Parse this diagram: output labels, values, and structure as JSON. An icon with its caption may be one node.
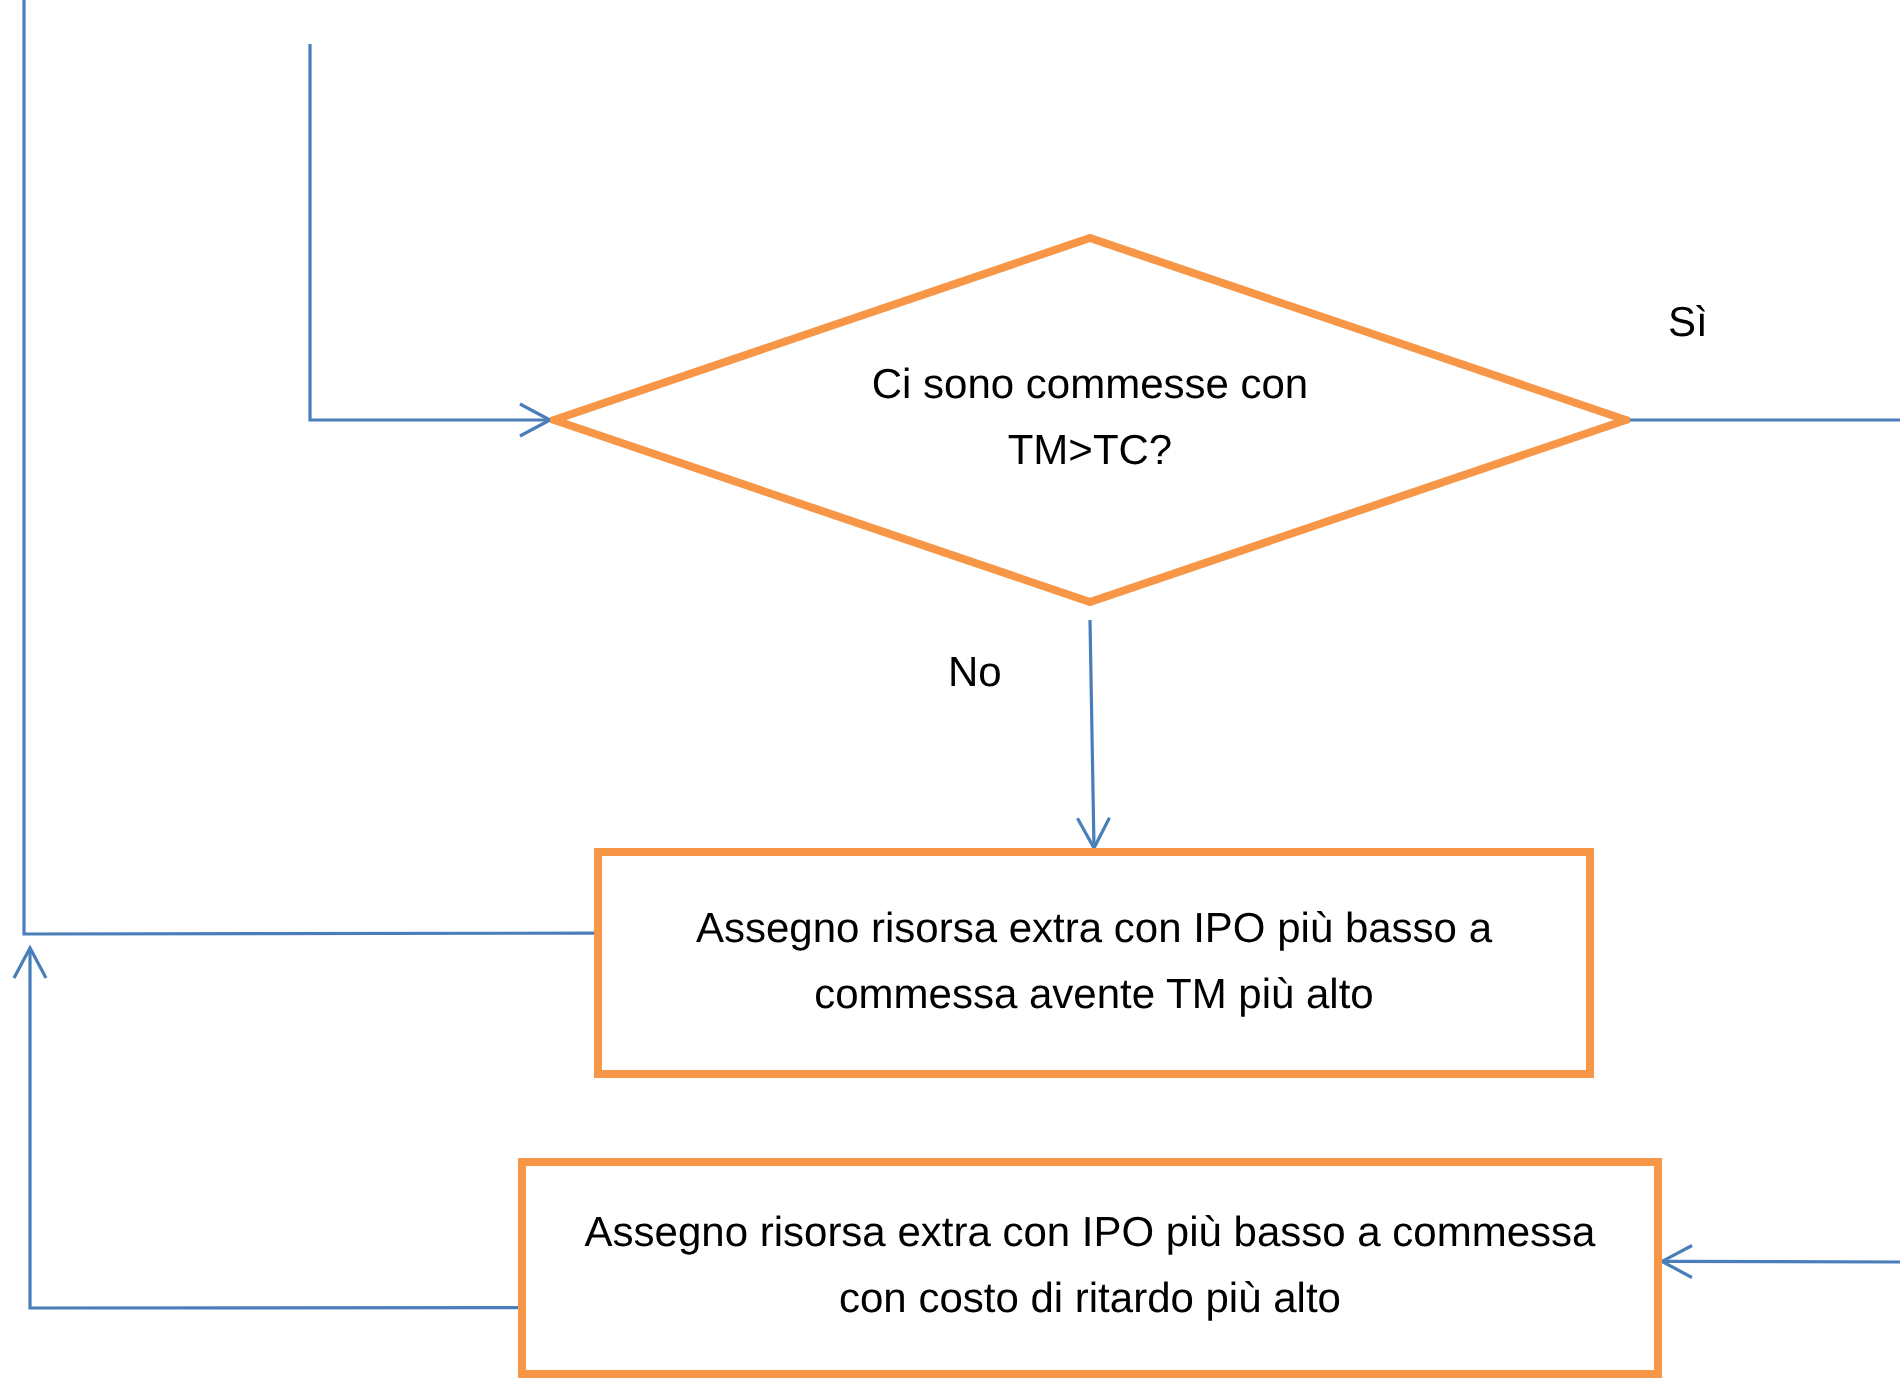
{
  "diagram": {
    "nodes": [
      {
        "text": [
          "Ci sono commesse con TM>TC?"
        ]
      },
      {
        "text": [
          "Assegno risorsa extra con IPO più basso a commessa avente TM più alto"
        ]
      },
      {
        "text": [
          "Assegno risorsa extra con IPO più basso a commessa con costo di ritardo più alto"
        ]
      }
    ],
    "edges": [
      {
        "from": null,
        "to": 0,
        "arrow": "to"
      },
      {
        "from": 0,
        "to": 1,
        "label": "No",
        "arrow": "to"
      },
      {
        "from": 0,
        "to": null,
        "label": "Sì",
        "arrow": "none"
      },
      {
        "from": null,
        "to": 2,
        "arrow": "to"
      },
      {
        "from": 1,
        "to": null,
        "arrow": "none"
      },
      {
        "from": 2,
        "to": null,
        "arrow": "to"
      }
    ]
  }
}
